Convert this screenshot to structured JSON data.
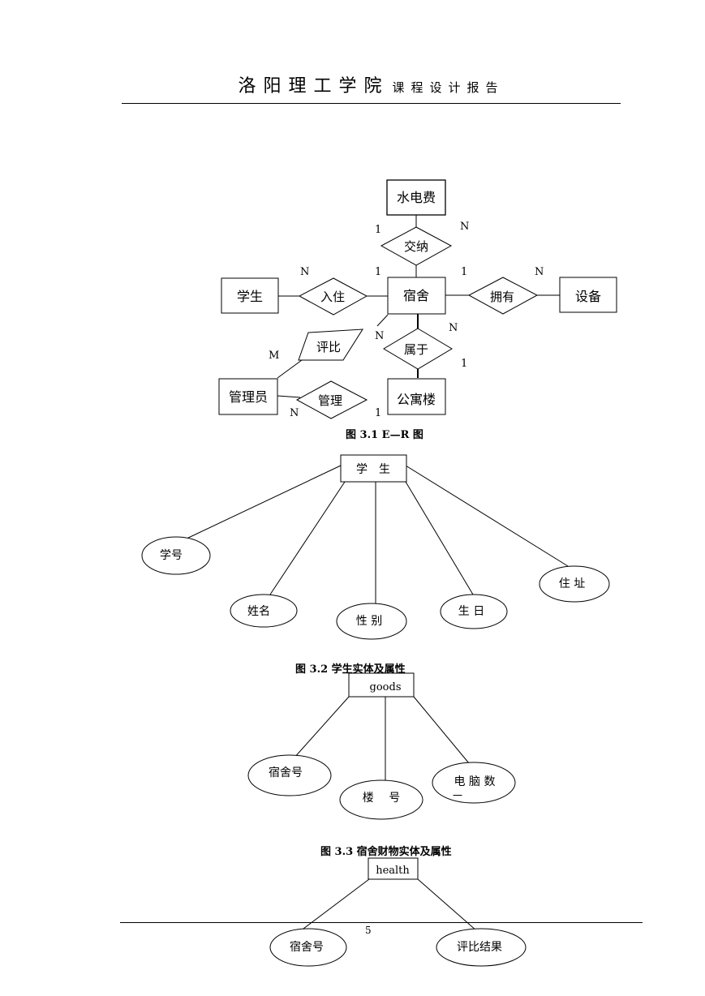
{
  "header": {
    "school": "洛阳理工学院",
    "report": "课程设计报告"
  },
  "er": {
    "entities": {
      "shuidian": "水电费",
      "xuesheng": "学生",
      "sushe": "宿舍",
      "shebei": "设备",
      "guanliyuan": "管理员",
      "gongyulou": "公寓楼"
    },
    "relations": {
      "jiaona": "交纳",
      "ruzhu": "入住",
      "yongyou": "拥有",
      "pingbi": "评比",
      "shuyu": "属于",
      "guanli": "管理"
    },
    "cardinalities": {
      "jiaona_top": "1",
      "jiaona_right": "N",
      "ruzhu_left": "N",
      "ruzhu_right": "1",
      "yongyou_left": "1",
      "yongyou_right": "N",
      "pingbi_m": "M",
      "pingbi_n": "N",
      "shuyu_top": "N",
      "shuyu_bottom": "1",
      "guanli_left": "N",
      "guanli_right": "1"
    },
    "caption": "图 3.1 E—R 图"
  },
  "student": {
    "entity": "学　生",
    "attrs": [
      "学号",
      "姓名",
      "性 别",
      "生 日",
      "住 址"
    ],
    "caption": "图 3.2  学生实体及属性"
  },
  "goods": {
    "entity": "goods",
    "attrs": [
      "宿舍号",
      "楼　 号",
      "电 脑 数",
      "一"
    ],
    "caption": "图 3.3  宿舍财物实体及属性"
  },
  "health": {
    "entity": "health",
    "attrs": [
      "宿舍号",
      "评比结果"
    ]
  },
  "footer": {
    "page": "5"
  }
}
